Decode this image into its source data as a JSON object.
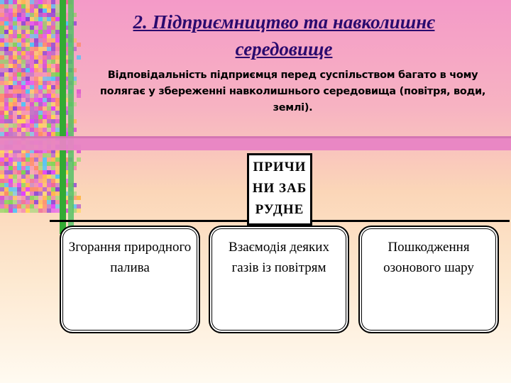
{
  "slide": {
    "title": "2. Підприємництво та навколишнє середовище",
    "subtitle": "Відповідальність підприємця перед суспільством багато в чому полягає у збереженні навколишнього середовища (повітря, води, землі).",
    "causes_box": "ПРИЧИНИ ЗАБРУДНЕННЯ",
    "causes": [
      "Згорання природного палива",
      "Взаємодія деяких газів із повітрям",
      "Пошкодження озонового шару"
    ]
  },
  "colors": {
    "background_top": "#f49ac8",
    "background_bottom": "#fffaf1",
    "title": "#2a0a6e",
    "stripe_green": "#33aa33"
  },
  "icons": [
    "decorative-mosaic"
  ]
}
